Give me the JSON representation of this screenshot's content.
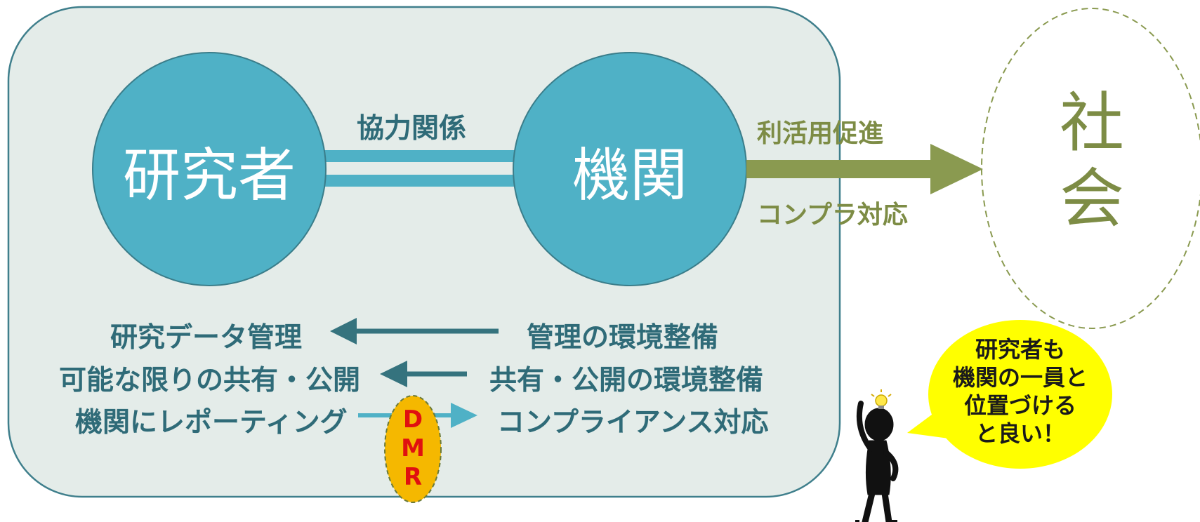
{
  "nodes": {
    "researcher": "研究者",
    "institution": "機関",
    "society_line1": "社",
    "society_line2": "会"
  },
  "links": {
    "cooperation": "協力関係",
    "promote_use": "利活用促進",
    "compliance": "コンプラ対応"
  },
  "rows": [
    {
      "left": "研究データ管理",
      "right": "管理の環境整備",
      "direction": "right-to-left"
    },
    {
      "left": "可能な限りの共有・公開",
      "right": "共有・公開の環境整備",
      "direction": "right-to-left"
    },
    {
      "left": "機関にレポーティング",
      "right": "コンプライアンス対応",
      "direction": "left-to-right"
    }
  ],
  "dmr": [
    "D",
    "M",
    "R"
  ],
  "speech_bubble": [
    "研究者も",
    "機関の一員と",
    "位置づける",
    "と良い！"
  ],
  "colors": {
    "panel_fill": "#e4ece9",
    "panel_border": "#3f7f8c",
    "node_fill": "#4fb1c6",
    "dark_teal": "#35737e",
    "light_teal": "#4fb1c6",
    "olive": "#8a9a50",
    "dmr_fill": "#f5b800",
    "dmr_text": "#e01010",
    "bubble_fill": "#ffff00"
  },
  "icons": {
    "person": "thinking-person-icon",
    "idea": "lightbulb-icon"
  }
}
